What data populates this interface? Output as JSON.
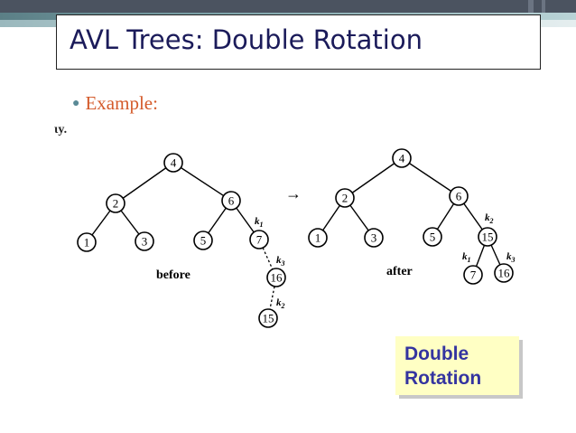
{
  "slide": {
    "title": "AVL Trees: Double Rotation",
    "bullet": "Example:",
    "scan_fragment": "ιy.",
    "callout": {
      "line1": "Double",
      "line2": "Rotation"
    }
  },
  "diagram": {
    "before": {
      "caption": "before",
      "nodes": [
        "4",
        "2",
        "6",
        "1",
        "3",
        "5",
        "7",
        "16",
        "15"
      ],
      "labels": {
        "k1": "k",
        "k1_sub": "1",
        "k3": "k",
        "k3_sub": "3",
        "k2": "k",
        "k2_sub": "2"
      }
    },
    "arrow": "→",
    "after": {
      "caption": "after",
      "nodes": [
        "4",
        "2",
        "6",
        "1",
        "3",
        "5",
        "15",
        "7",
        "16"
      ],
      "labels": {
        "k2": "k",
        "k2_sub": "2",
        "k1": "k",
        "k1_sub": "1",
        "k3": "k",
        "k3_sub": "3"
      }
    }
  },
  "colors": {
    "title_text": "#1b1b5a",
    "bullet_text": "#d45a2a",
    "callout_bg": "#ffffc4",
    "callout_text": "#3434a0"
  }
}
